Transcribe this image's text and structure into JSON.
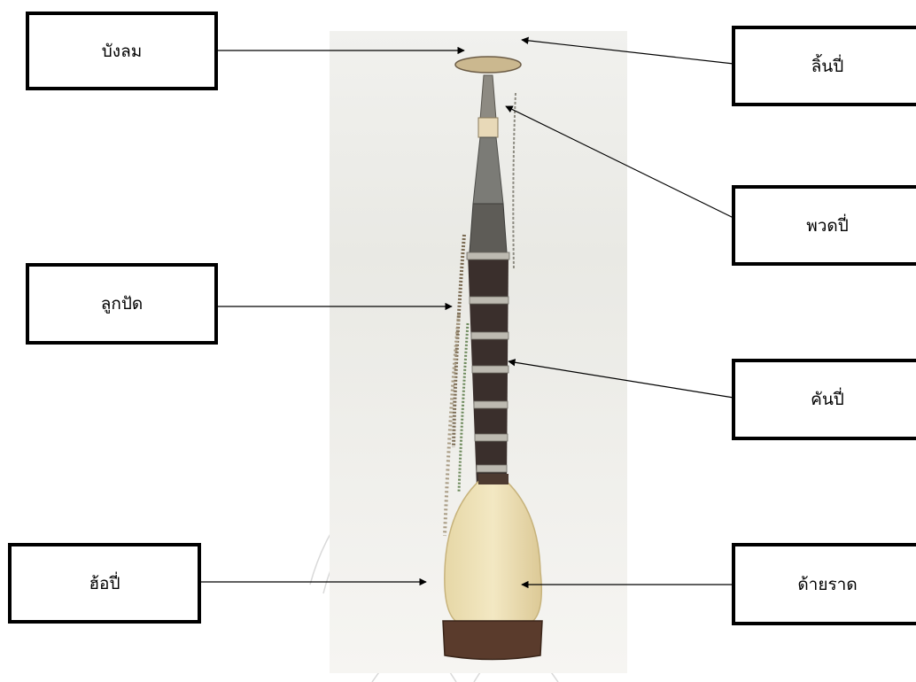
{
  "labels": {
    "bang_lom": "บังลม",
    "lin_pi": "ลิ้นปี่",
    "puad_pi": "พวดปี่",
    "luk_pat": "ลูกปัด",
    "khan_pi": "คันปี่",
    "ho_pi": "ฮ้อปี่",
    "dai_rat": "ด้ายราด"
  },
  "colors": {
    "box_border": "#000000",
    "arrow": "#000000",
    "photo_background": "#efefe9",
    "pipe_body": "#3a2f2c",
    "metal_band": "#b8b6ad",
    "wrapping": "#eee2b8",
    "base_disc": "#5a3b2c",
    "watermark": "#d9d9d9"
  }
}
